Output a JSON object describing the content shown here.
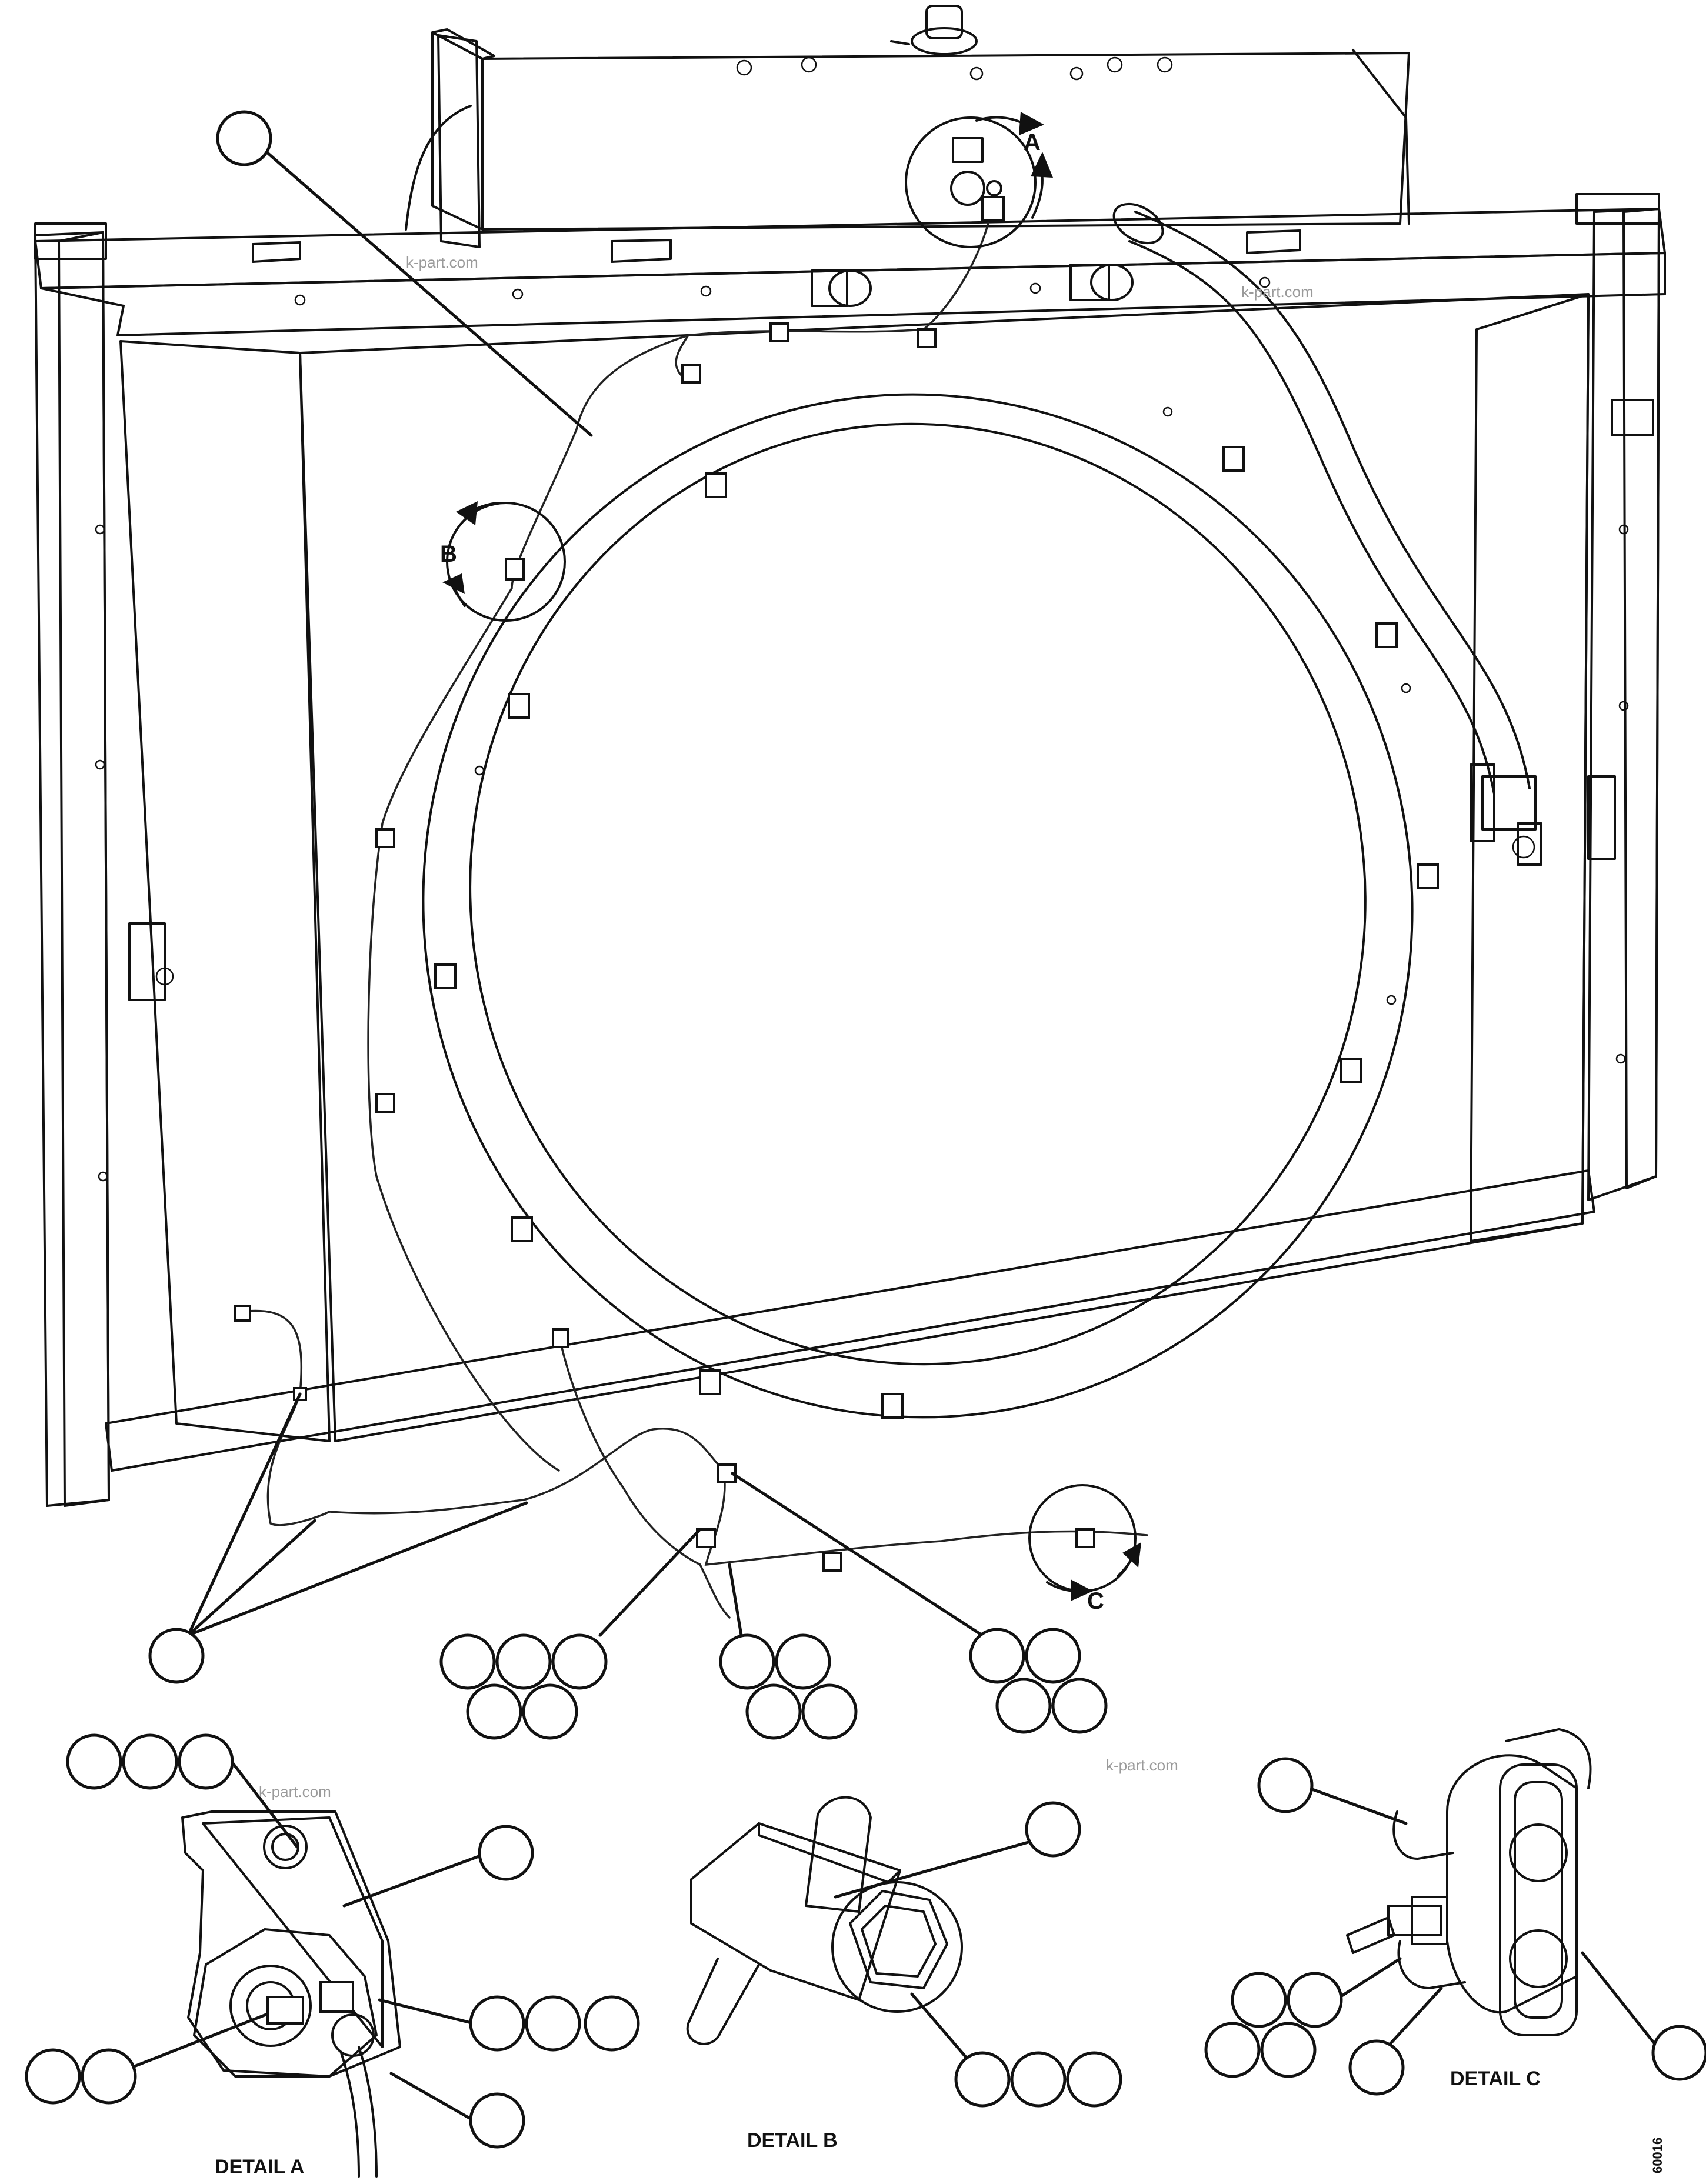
{
  "callouts": {
    "view_a": "A",
    "view_b": "B",
    "view_c": "C"
  },
  "details": {
    "a": "DETAIL A",
    "b": "DETAIL B",
    "c": "DETAIL C"
  },
  "watermarks": [
    "k-part.com",
    "k-part.com",
    "k-part.com",
    "k-part.com"
  ],
  "figure_number": "60016",
  "colors": {
    "line": "#111111",
    "background": "#ffffff",
    "watermark": "#9a9a9a"
  }
}
